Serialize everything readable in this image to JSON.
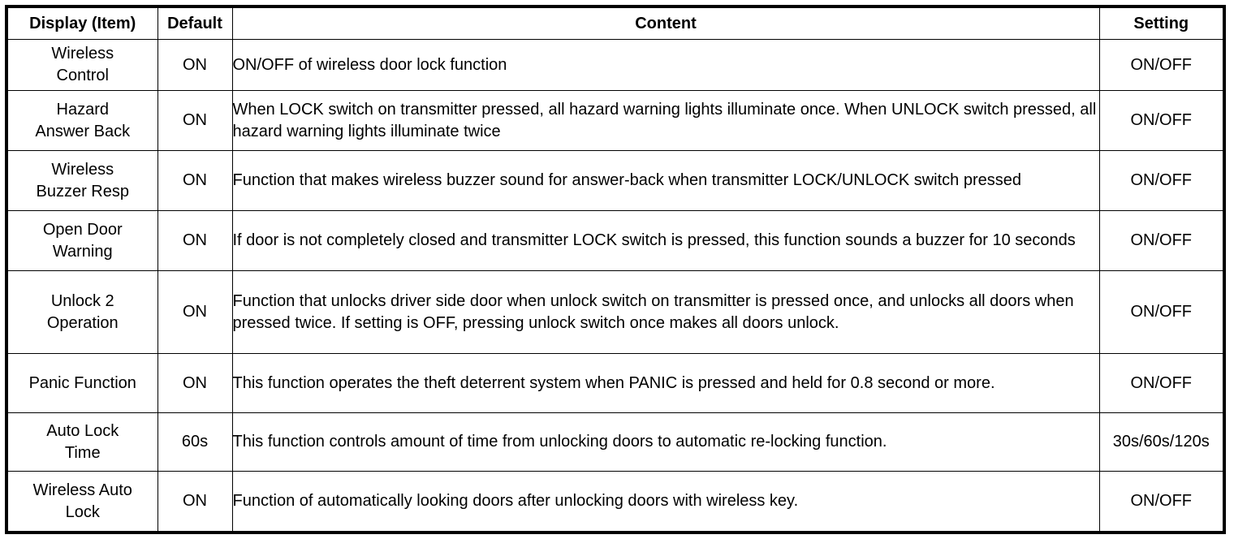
{
  "table": {
    "columns": [
      {
        "key": "display",
        "label": "Display (Item)"
      },
      {
        "key": "default",
        "label": "Default"
      },
      {
        "key": "content",
        "label": "Content"
      },
      {
        "key": "setting",
        "label": "Setting"
      }
    ],
    "rows": [
      {
        "display": "Wireless\nControl",
        "default": "ON",
        "content": "ON/OFF of wireless door lock function",
        "setting": "ON/OFF"
      },
      {
        "display": "Hazard\nAnswer Back",
        "default": "ON",
        "content": "When LOCK switch on transmitter pressed, all hazard warning lights illuminate once. When UNLOCK switch pressed, all hazard warning lights illuminate twice",
        "setting": "ON/OFF"
      },
      {
        "display": "Wireless\nBuzzer Resp",
        "default": "ON",
        "content": "Function that makes wireless buzzer sound for answer-back when transmitter LOCK/UNLOCK switch pressed",
        "setting": "ON/OFF"
      },
      {
        "display": "Open Door\nWarning",
        "default": "ON",
        "content": "If door is not completely closed and transmitter LOCK switch is pressed, this function sounds a buzzer for 10 seconds",
        "setting": "ON/OFF"
      },
      {
        "display": "Unlock 2\nOperation",
        "default": "ON",
        "content": "Function that unlocks driver side door when unlock switch on transmitter is pressed once, and unlocks all doors when pressed twice. If setting is OFF, pressing unlock switch once makes all doors unlock.",
        "setting": "ON/OFF"
      },
      {
        "display": "Panic Function",
        "default": "ON",
        "content": "This function operates the theft deterrent system when PANIC is pressed and held for 0.8 second or more.",
        "setting": "ON/OFF"
      },
      {
        "display": "Auto Lock\nTime",
        "default": "60s",
        "content": "This function controls amount of time from unlocking doors to automatic re-locking function.",
        "setting": "30s/60s/120s"
      },
      {
        "display": "Wireless Auto\nLock",
        "default": "ON",
        "content": "Function of automatically looking doors after unlocking doors with wireless key.",
        "setting": "ON/OFF"
      }
    ]
  },
  "colors": {
    "border": "#000000",
    "text": "#000000",
    "background": "#ffffff"
  }
}
